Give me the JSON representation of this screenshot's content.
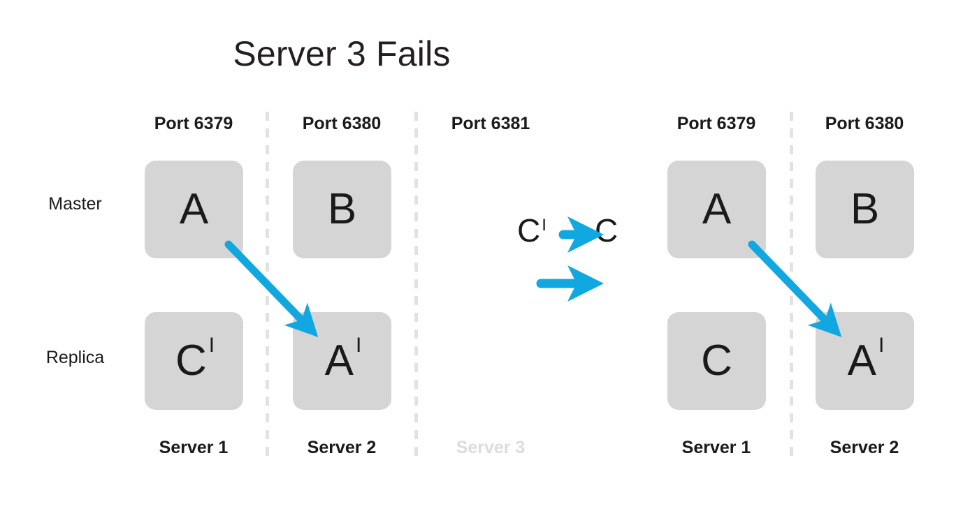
{
  "title": "Server 3 Fails",
  "accent_color": "#11a7e0",
  "box_color": "#d5d5d5",
  "faded_color": "#dcdcdc",
  "text_color": "#1a1a1a",
  "row_labels": {
    "master": "Master",
    "replica": "Replica"
  },
  "left_group": {
    "columns": [
      {
        "port": "Port 6379",
        "server": "Server 1",
        "failed": false,
        "master": {
          "letter": "A",
          "prime": ""
        },
        "replica": {
          "letter": "C",
          "prime": "I"
        }
      },
      {
        "port": "Port 6380",
        "server": "Server 2",
        "failed": false,
        "master": {
          "letter": "B",
          "prime": ""
        },
        "replica": {
          "letter": "A",
          "prime": "I"
        }
      },
      {
        "port": "Port 6381",
        "server": "Server 3",
        "failed": true,
        "master": null,
        "replica": null
      }
    ]
  },
  "right_group": {
    "columns": [
      {
        "port": "Port 6379",
        "server": "Server 1",
        "failed": false,
        "master": {
          "letter": "A",
          "prime": ""
        },
        "replica": {
          "letter": "C",
          "prime": ""
        }
      },
      {
        "port": "Port 6380",
        "server": "Server 2",
        "failed": false,
        "master": {
          "letter": "B",
          "prime": ""
        },
        "replica": {
          "letter": "A",
          "prime": "I"
        }
      }
    ]
  },
  "transition": {
    "from_letter": "C",
    "from_prime": "I",
    "to_letter": "C",
    "to_prime": "",
    "arrow_count": 2
  }
}
